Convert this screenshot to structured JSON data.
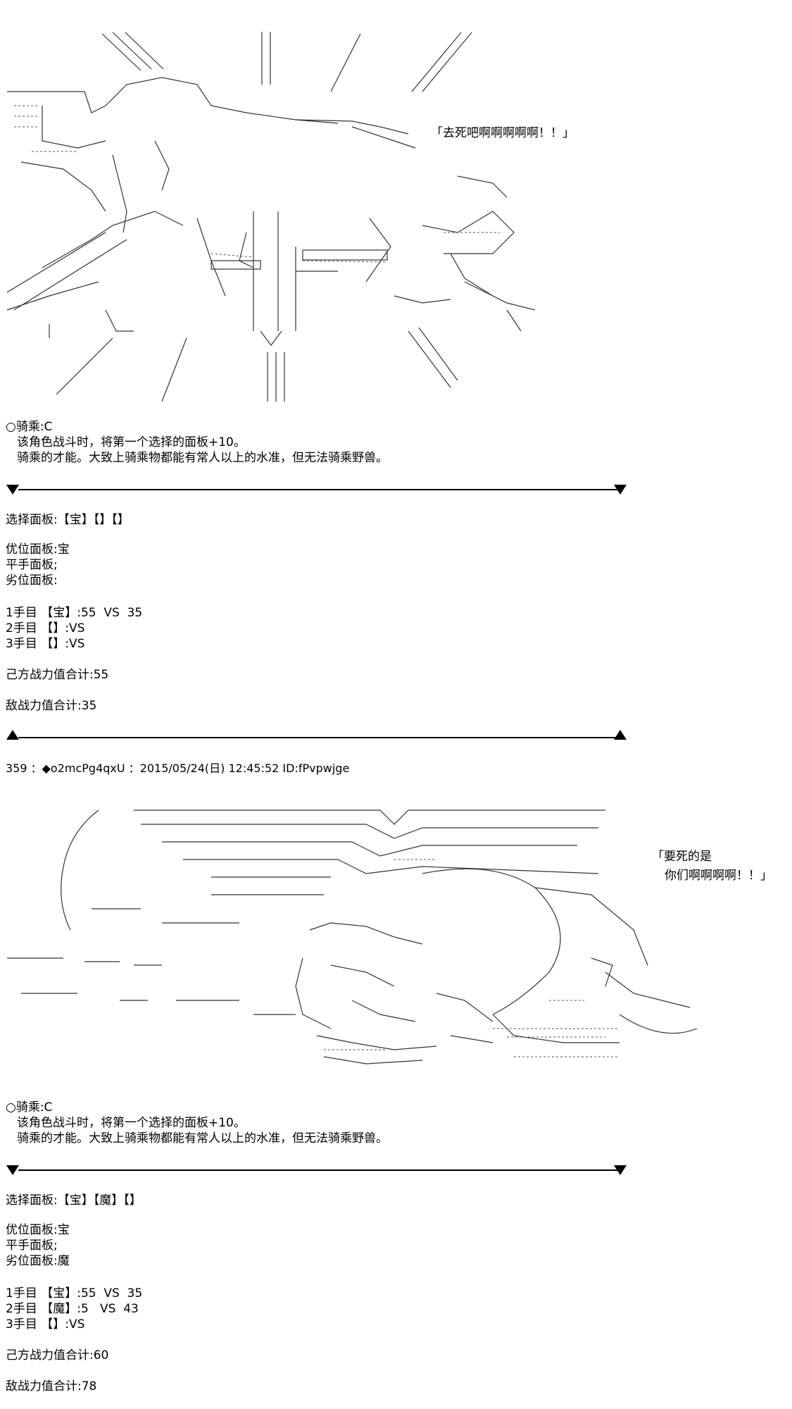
{
  "panel1": {
    "speech": "「去死吧啊啊啊啊啊！！」"
  },
  "block1": {
    "skill_title": "○骑乘:C",
    "skill_desc1": "该角色战斗时，将第一个选择的面板+10。",
    "skill_desc2": "骑乘的才能。大致上骑乘物都能有常人以上的水准，但无法骑乘野兽。",
    "select_label": "选择面板:【宝】【】【】",
    "advantage": "优位面板:宝",
    "even": "平手面板;",
    "disadvantage": "劣位面板:",
    "turn1": "1手目 【宝】:55  VS  35",
    "turn2": "2手目 【】:VS",
    "turn3": "3手目 【】:VS",
    "own_total": "己方战力值合计:55",
    "enemy_total": "敌战力值合计:35"
  },
  "post": {
    "header": "359 ：◆o2mcPg4qxU ：2015/05/24(日) 12:45:52 ID:fPvpwjge"
  },
  "panel2": {
    "speech_line1": "「要死的是",
    "speech_line2": "你们啊啊啊啊！！」"
  },
  "block2": {
    "skill_title": "○骑乘:C",
    "skill_desc1": "该角色战斗时，将第一个选择的面板+10。",
    "skill_desc2": "骑乘的才能。大致上骑乘物都能有常人以上的水准，但无法骑乘野兽。",
    "select_label": "选择面板:【宝】【魔】【】",
    "advantage": "优位面板:宝",
    "even": "平手面板;",
    "disadvantage": "劣位面板:魔",
    "turn1": "1手目 【宝】:55  VS  35",
    "turn2": "2手目 【魔】:5   VS  43",
    "turn3": "3手目 【】:VS",
    "own_total": "己方战力值合计:60",
    "enemy_total": "敌战力值合计:78"
  }
}
